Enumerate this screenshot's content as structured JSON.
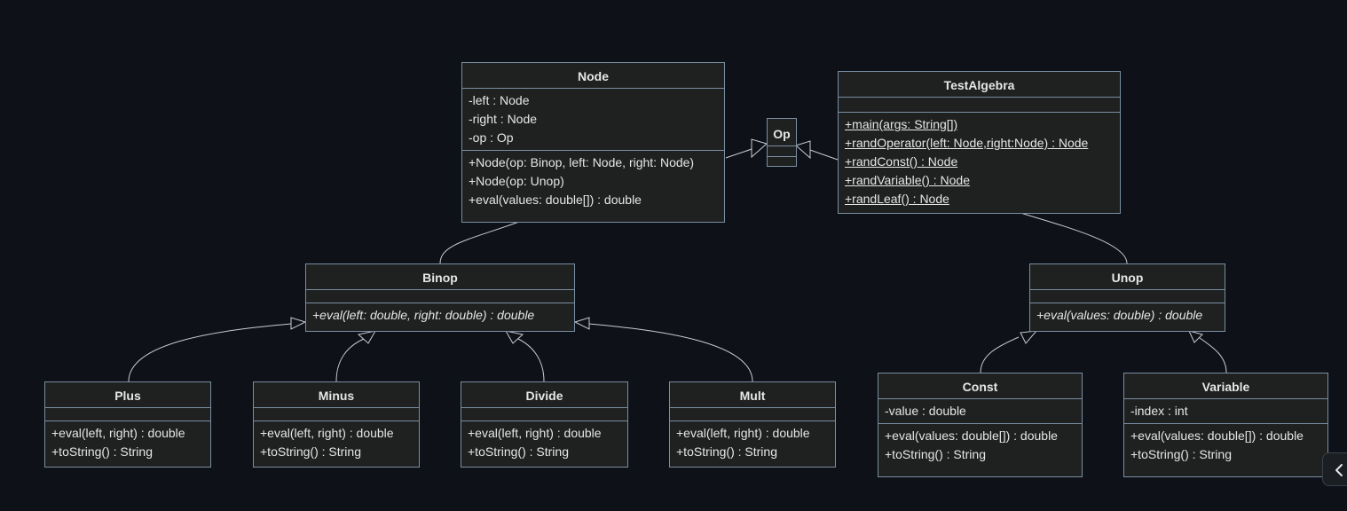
{
  "diagram": {
    "classes": {
      "node": {
        "name": "Node",
        "attributes": [
          "-left : Node",
          "-right : Node",
          "-op : Op"
        ],
        "methods": [
          "+Node(op: Binop, left: Node, right: Node)",
          "+Node(op: Unop)",
          "+eval(values: double[]) : double"
        ]
      },
      "op": {
        "name": "Op"
      },
      "testalgebra": {
        "name": "TestAlgebra",
        "methods": [
          "+main(args: String[])",
          "+randOperator(left: Node,right:Node) : Node",
          "+randConst() : Node",
          "+randVariable() : Node",
          "+randLeaf() : Node"
        ]
      },
      "binop": {
        "name": "Binop",
        "methods": [
          "+eval(left: double, right: double) : double"
        ]
      },
      "unop": {
        "name": "Unop",
        "methods": [
          "+eval(values: double) : double"
        ]
      },
      "plus": {
        "name": "Plus",
        "methods": [
          "+eval(left, right) : double",
          "+toString() : String"
        ]
      },
      "minus": {
        "name": "Minus",
        "methods": [
          "+eval(left, right) : double",
          "+toString() : String"
        ]
      },
      "divide": {
        "name": "Divide",
        "methods": [
          "+eval(left, right) : double",
          "+toString() : String"
        ]
      },
      "mult": {
        "name": "Mult",
        "methods": [
          "+eval(left, right) : double",
          "+toString() : String"
        ]
      },
      "const": {
        "name": "Const",
        "attributes": [
          "-value : double"
        ],
        "methods": [
          "+eval(values: double[]) : double",
          "+toString() : String"
        ]
      },
      "variable": {
        "name": "Variable",
        "attributes": [
          "-index : int"
        ],
        "methods": [
          "+eval(values: double[]) : double",
          "+toString() : String"
        ]
      }
    }
  },
  "colors": {
    "background": "#0e1117",
    "box_fill": "#1f2020",
    "box_border": "#7a8fa3",
    "edge": "#c8cdd2",
    "text": "#e6e6e6"
  },
  "ui": {
    "collapse_icon": "chevron-left-icon"
  }
}
